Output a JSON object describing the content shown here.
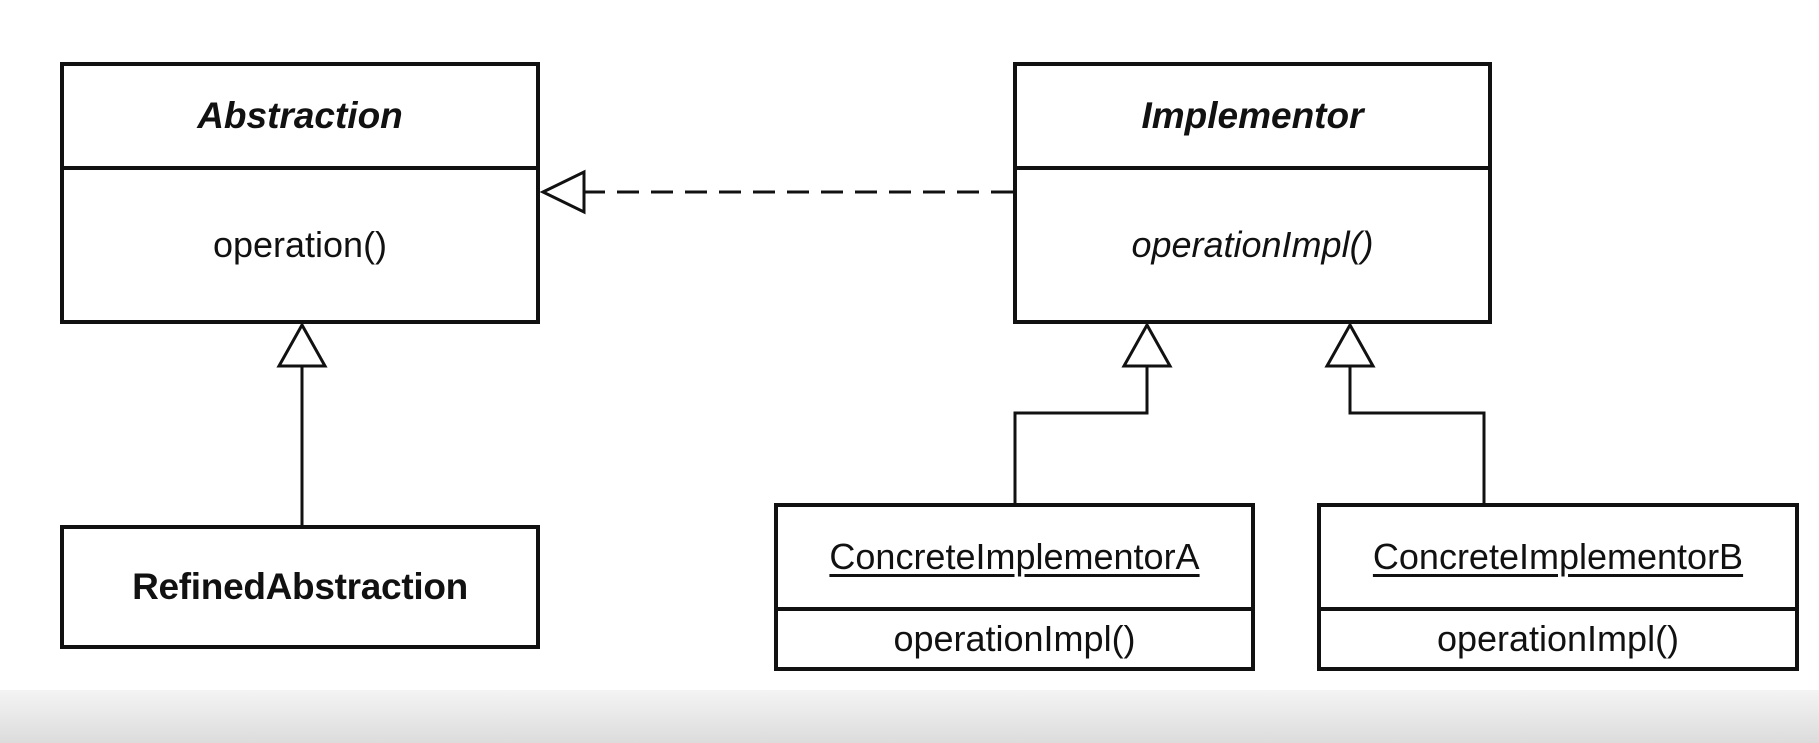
{
  "diagram": {
    "classes": {
      "abstraction": {
        "name": "Abstraction",
        "operation": "operation()"
      },
      "implementor": {
        "name": "Implementor",
        "operation": "operationImpl()"
      },
      "refined_abstraction": {
        "name": "RefinedAbstraction"
      },
      "concrete_a": {
        "name": "ConcreteImplementorA",
        "operation": "operationImpl()"
      },
      "concrete_b": {
        "name": "ConcreteImplementorB",
        "operation": "operationImpl()"
      }
    },
    "relationships": [
      {
        "from": "implementor",
        "to": "abstraction",
        "kind": "realization"
      },
      {
        "from": "refined_abstraction",
        "to": "abstraction",
        "kind": "generalization"
      },
      {
        "from": "concrete_a",
        "to": "implementor",
        "kind": "generalization"
      },
      {
        "from": "concrete_b",
        "to": "implementor",
        "kind": "generalization"
      }
    ]
  }
}
